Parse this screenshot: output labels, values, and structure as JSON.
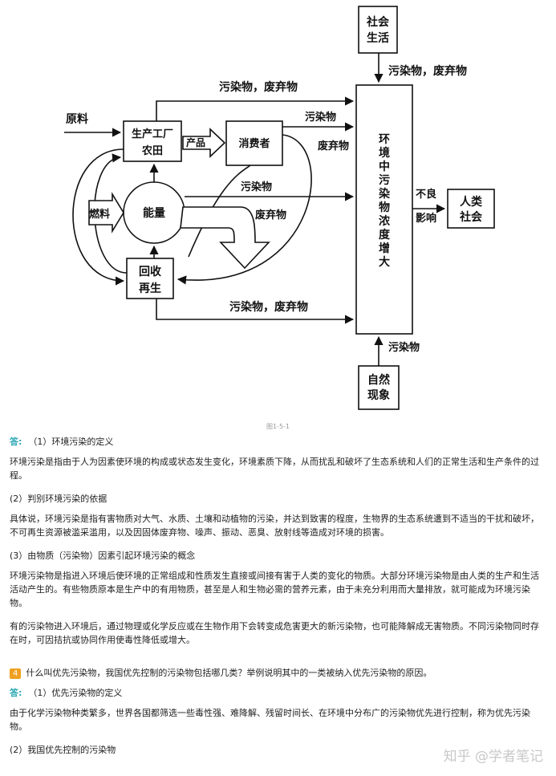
{
  "diagram": {
    "nodes": {
      "social_life": [
        "社会",
        "生活"
      ],
      "producer": [
        "生产工厂",
        "农田"
      ],
      "consumer": "消费者",
      "energy": "能量",
      "fuel": "燃料",
      "recycle": [
        "回收",
        "再生"
      ],
      "environment": [
        "环",
        "境",
        "中",
        "污",
        "染",
        "物",
        "浓",
        "度",
        "增",
        "大"
      ],
      "human_society": [
        "人类",
        "社会"
      ],
      "natural_phenomena": [
        "自然",
        "现象"
      ]
    },
    "labels": {
      "raw_material": "原料",
      "product": "产品",
      "pollutant_waste_top": "污染物，废弃物",
      "pollutant_consumer": "污染物",
      "waste_consumer": "废弃物",
      "pollutant_energy": "污染物",
      "waste_energy": "废弃物",
      "pollutant_waste_bottom": "污染物，废弃物",
      "pollutant_waste_social": "污染物，废弃物",
      "pollutant_natural": "污染物",
      "bad_effect": [
        "不良",
        "影响"
      ]
    },
    "caption": "图1-5-1"
  },
  "content": {
    "answer_label": "答:",
    "a1_heading": "（1）环境污染的定义",
    "a1_text": "环境污染是指由于人为因素使环境的构成或状态发生变化，环境素质下降，从而扰乱和破坏了生态系统和人们的正常生活和生产条件的过程。",
    "a2_heading": "(2）判别环境污染的依据",
    "a2_text": "具体说，环境污染是指有害物质对大气、水质、土壤和动植物的污染，并达到致害的程度，生物界的生态系统遭到不适当的干扰和破坏，不可再生资源被滥采滥用，以及因固体废弃物、噪声、振动、恶臭、放射线等造成对环境的损害。",
    "a3_heading": "(3）由物质（污染物）因素引起环境污染的概念",
    "a3_text1": "环境污染物是指进入环境后使环境的正常组成和性质发生直接或间接有害于人类的变化的物质。大部分环境污染物是由人类的生产和生活活动产生的。有些物质原本是生产中的有用物质，甚至是人和生物必需的营养元素，由于未充分利用而大量排放，就可能成为环境污染物。",
    "a3_text2": "有的污染物进入环境后，通过物理或化学反应或在生物作用下会转变成危害更大的新污染物，也可能降解成无害物质。不同污染物同时存在时，可因拮抗或协同作用使毒性降低或增大。",
    "q4_number": "4",
    "q4_text": "什么叫优先污染物，我国优先控制的污染物包括哪几类？举例说明其中的一类被纳入优先污染物的原因。",
    "answer2_label": "答:",
    "b1_heading": "（1）优先污染物的定义",
    "b1_text": "由于化学污染物种类繁多，世界各国都筛选一些毒性强、难降解、残留时间长、在环境中分布广的污染物优先进行控制，称为优先污染物。",
    "b2_heading": "(2）我国优先控制的污染物",
    "watermark": "知乎 @学者笔记"
  }
}
